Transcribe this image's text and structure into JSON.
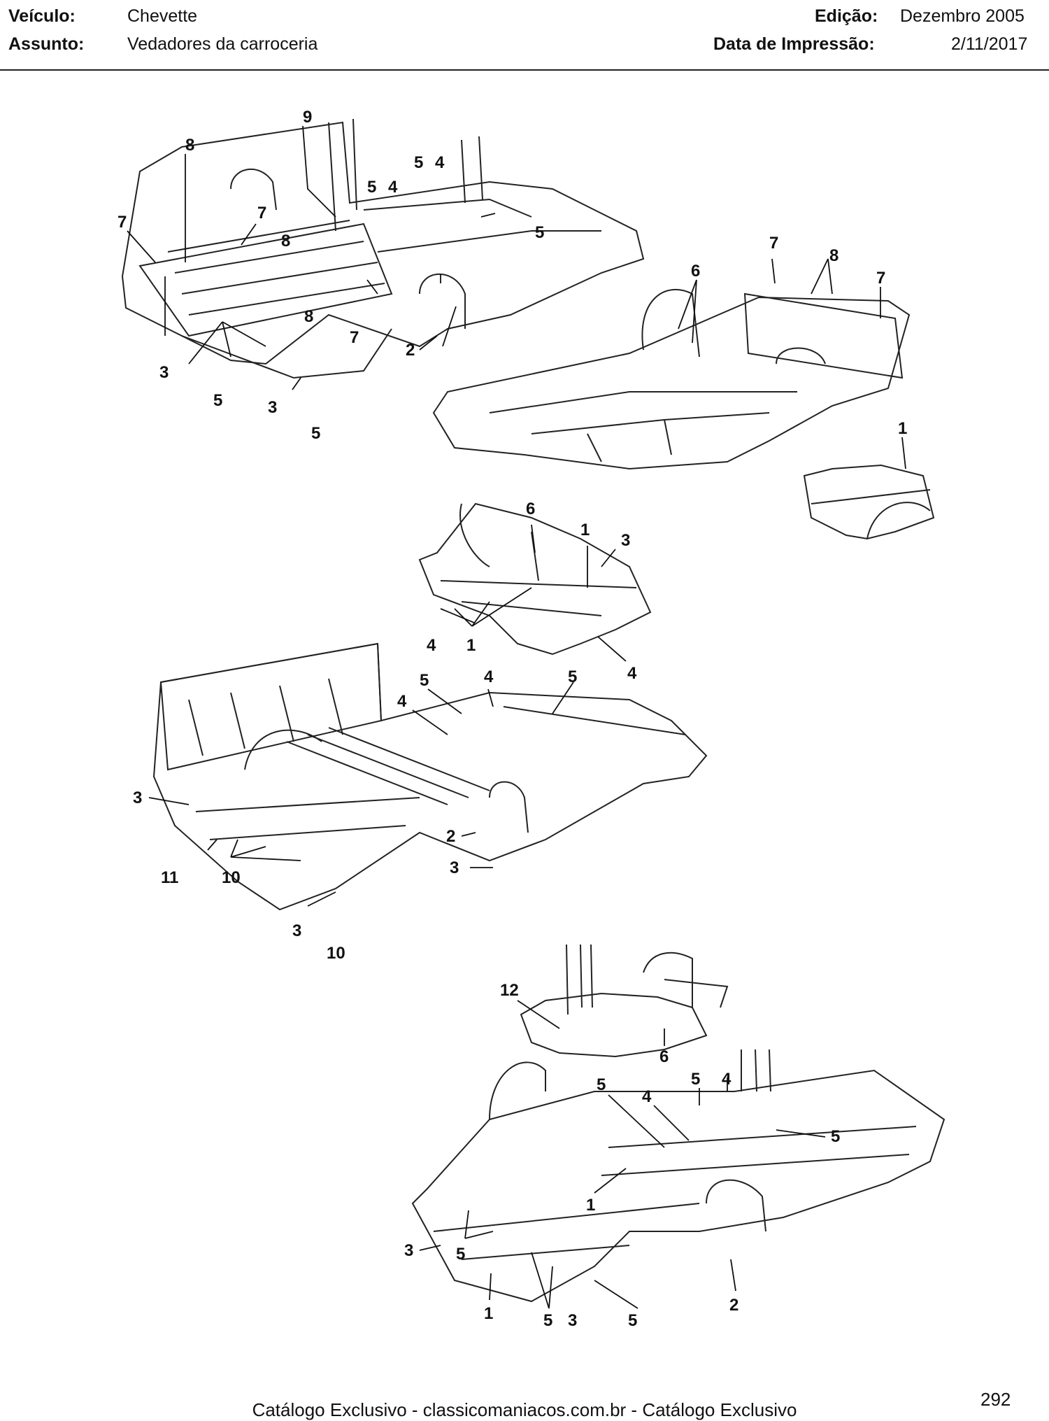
{
  "header": {
    "vehicle_label": "Veículo:",
    "vehicle_value": "Chevette",
    "subject_label": "Assunto:",
    "subject_value": "Vedadores da carroceria",
    "edition_label": "Edição:",
    "edition_value": "Dezembro 2005",
    "print_label": "Data de Impressão:",
    "print_value": "2/11/2017"
  },
  "diagram": {
    "callouts": [
      {
        "n": "9"
      },
      {
        "n": "8"
      },
      {
        "n": "7"
      },
      {
        "n": "7"
      },
      {
        "n": "8"
      },
      {
        "n": "8"
      },
      {
        "n": "7"
      },
      {
        "n": "5"
      },
      {
        "n": "4"
      },
      {
        "n": "5"
      },
      {
        "n": "4"
      },
      {
        "n": "5"
      },
      {
        "n": "3"
      },
      {
        "n": "5"
      },
      {
        "n": "3"
      },
      {
        "n": "5"
      },
      {
        "n": "2"
      },
      {
        "n": "7"
      },
      {
        "n": "8"
      },
      {
        "n": "7"
      },
      {
        "n": "6"
      },
      {
        "n": "1"
      },
      {
        "n": "6"
      },
      {
        "n": "1"
      },
      {
        "n": "3"
      },
      {
        "n": "4"
      },
      {
        "n": "1"
      },
      {
        "n": "4"
      },
      {
        "n": "5"
      },
      {
        "n": "4"
      },
      {
        "n": "5"
      },
      {
        "n": "4"
      },
      {
        "n": "3"
      },
      {
        "n": "2"
      },
      {
        "n": "3"
      },
      {
        "n": "11"
      },
      {
        "n": "10"
      },
      {
        "n": "3"
      },
      {
        "n": "10"
      },
      {
        "n": "12"
      },
      {
        "n": "6"
      },
      {
        "n": "5"
      },
      {
        "n": "4"
      },
      {
        "n": "5"
      },
      {
        "n": "4"
      },
      {
        "n": "5"
      },
      {
        "n": "1"
      },
      {
        "n": "3"
      },
      {
        "n": "5"
      },
      {
        "n": "1"
      },
      {
        "n": "5"
      },
      {
        "n": "3"
      },
      {
        "n": "5"
      },
      {
        "n": "2"
      }
    ]
  },
  "footer": {
    "text": "Catálogo Exclusivo - classicomaniacos.com.br - Catálogo Exclusivo",
    "page_number": "292"
  }
}
